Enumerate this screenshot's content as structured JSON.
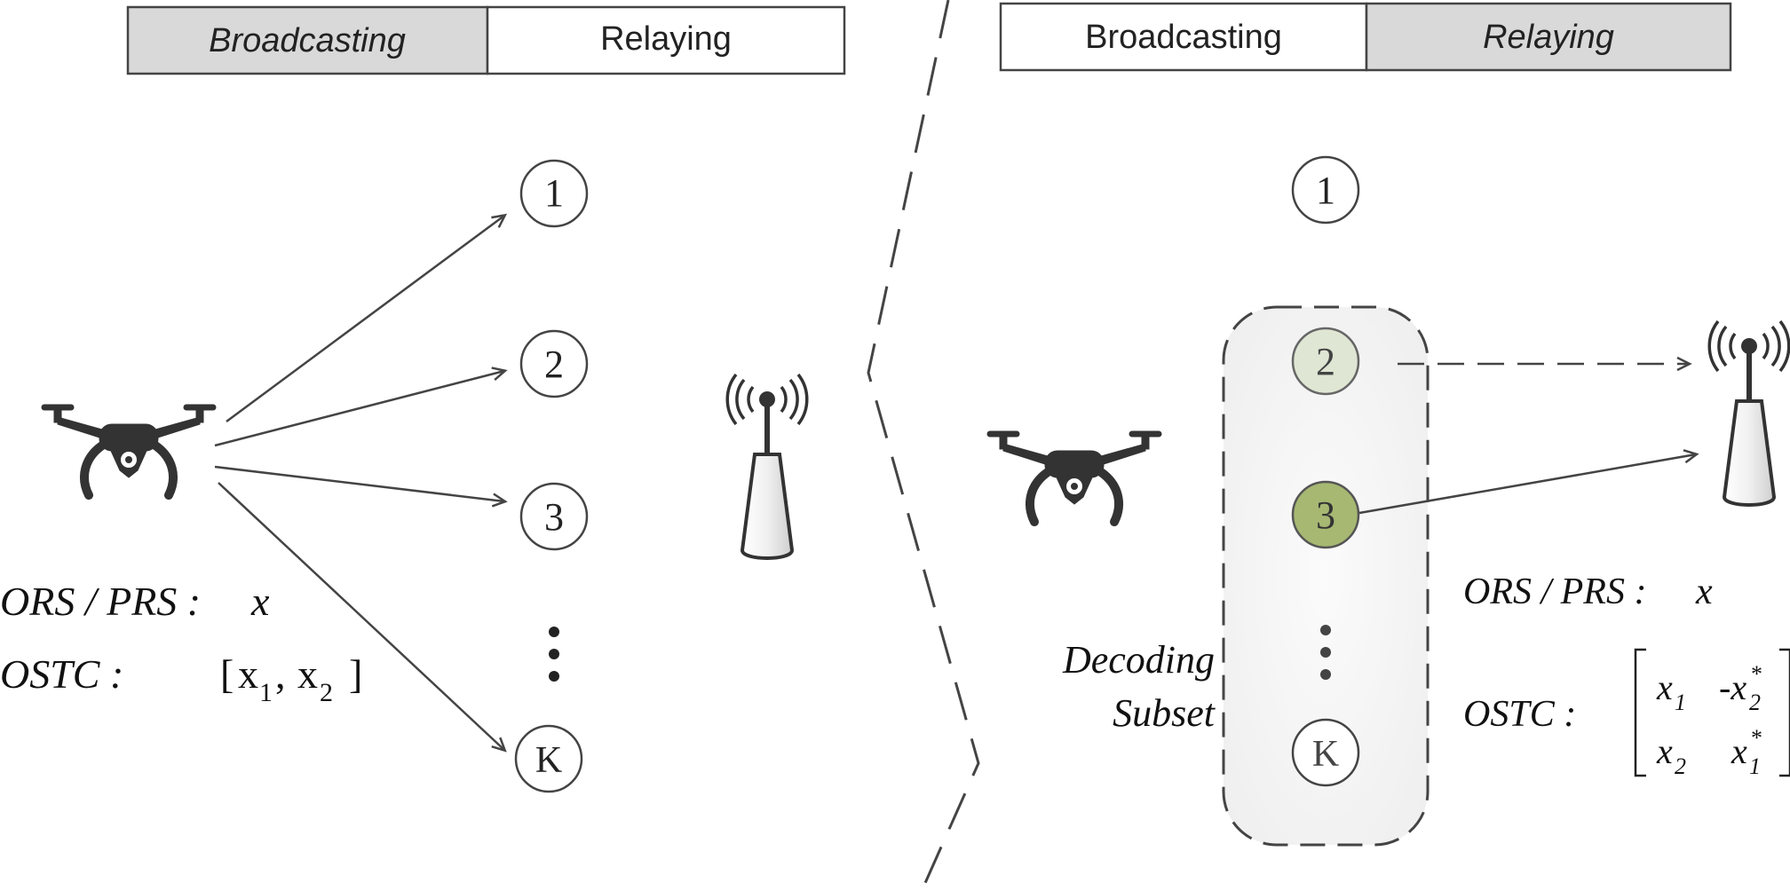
{
  "left_panel": {
    "phase_bar": {
      "broadcasting": "Broadcasting",
      "relaying": "Relaying"
    },
    "nodes": {
      "n1": "1",
      "n2": "2",
      "n3": "3",
      "nk": "K"
    },
    "labels": {
      "ors_prs": "ORS / PRS :",
      "ors_prs_sym": "x",
      "ostc": "OSTC :",
      "ostc_vec": {
        "x1": "x",
        "x1_sub": "1",
        "x2": "x",
        "x2_sub": "2"
      }
    }
  },
  "right_panel": {
    "phase_bar": {
      "broadcasting": "Broadcasting",
      "relaying": "Relaying"
    },
    "nodes": {
      "n1": "1",
      "n2": "2",
      "n3": "3",
      "nk": "K"
    },
    "decoding_subset": {
      "line1": "Decoding",
      "line2": "Subset"
    },
    "labels": {
      "ors_prs": "ORS / PRS :",
      "ors_prs_sym": "x",
      "ostc": "OSTC :",
      "matrix": {
        "r1c1": "x",
        "r1c1_sub": "1",
        "r1c2": "-x",
        "r1c2_sub": "2",
        "r1c2_sup": "*",
        "r2c1": "x",
        "r2c1_sub": "2",
        "r2c2": "x",
        "r2c2_sub": "1",
        "r2c2_sup": "*"
      }
    }
  },
  "colors": {
    "line": "#444444",
    "bar_fill": "#d9d9d9",
    "node2_fill": "#dfe6d3",
    "node3_fill": "#a6b872",
    "subset_fill": "#f2f2f2",
    "drone": "#333333"
  }
}
